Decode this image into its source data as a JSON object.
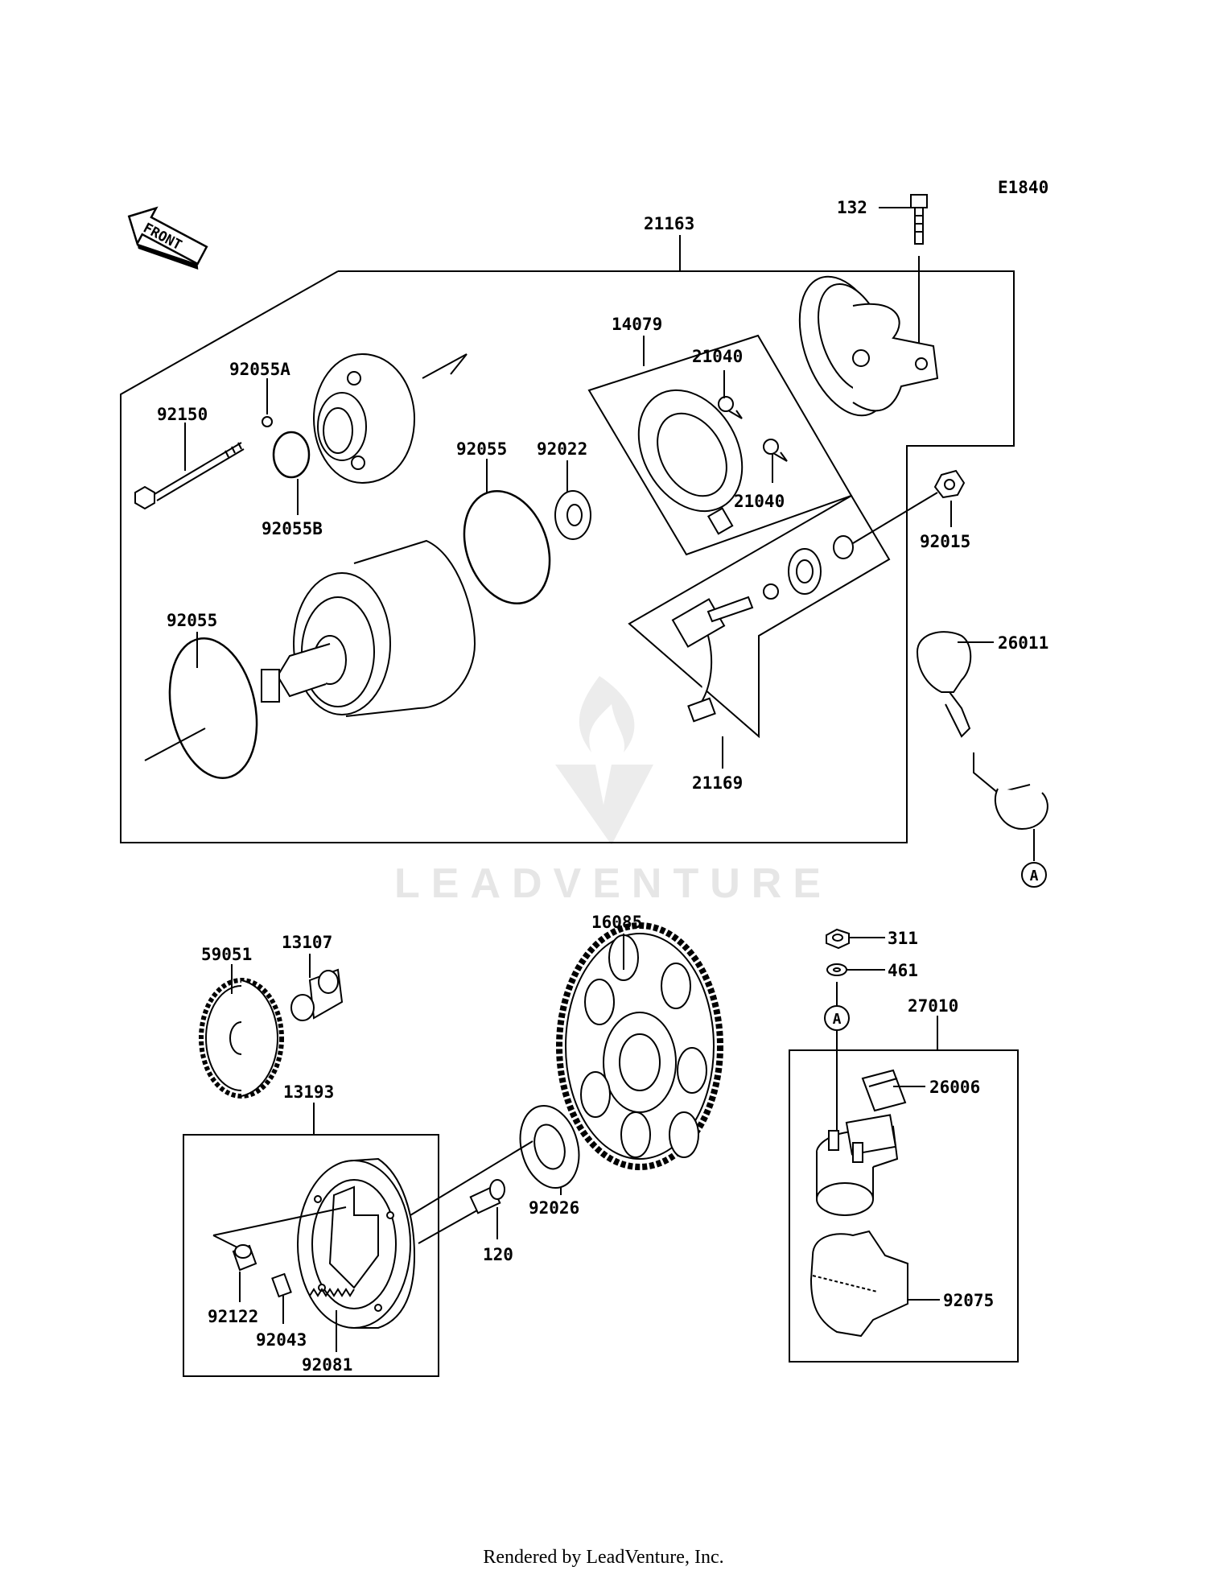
{
  "diagram_code": "E1840",
  "front_label": "FRONT",
  "labels": {
    "p132": "132",
    "p21163": "21163",
    "p14079": "14079",
    "p21040a": "21040",
    "p21040b": "21040",
    "p92055A": "92055A",
    "p92150": "92150",
    "p92055B": "92055B",
    "p92055a": "92055",
    "p92022": "92022",
    "p92015": "92015",
    "p26011": "26011",
    "p92055b": "92055",
    "p21169": "21169",
    "p16085": "16085",
    "p13107": "13107",
    "p59051": "59051",
    "p311": "311",
    "p461": "461",
    "p27010": "27010",
    "p26006": "26006",
    "p13193": "13193",
    "p92026": "92026",
    "p120": "120",
    "p92122": "92122",
    "p92043": "92043",
    "p92081": "92081",
    "p92075": "92075"
  },
  "connector_tag": "A",
  "watermark": "LEADVENTURE",
  "footer": "Rendered by LeadVenture, Inc."
}
